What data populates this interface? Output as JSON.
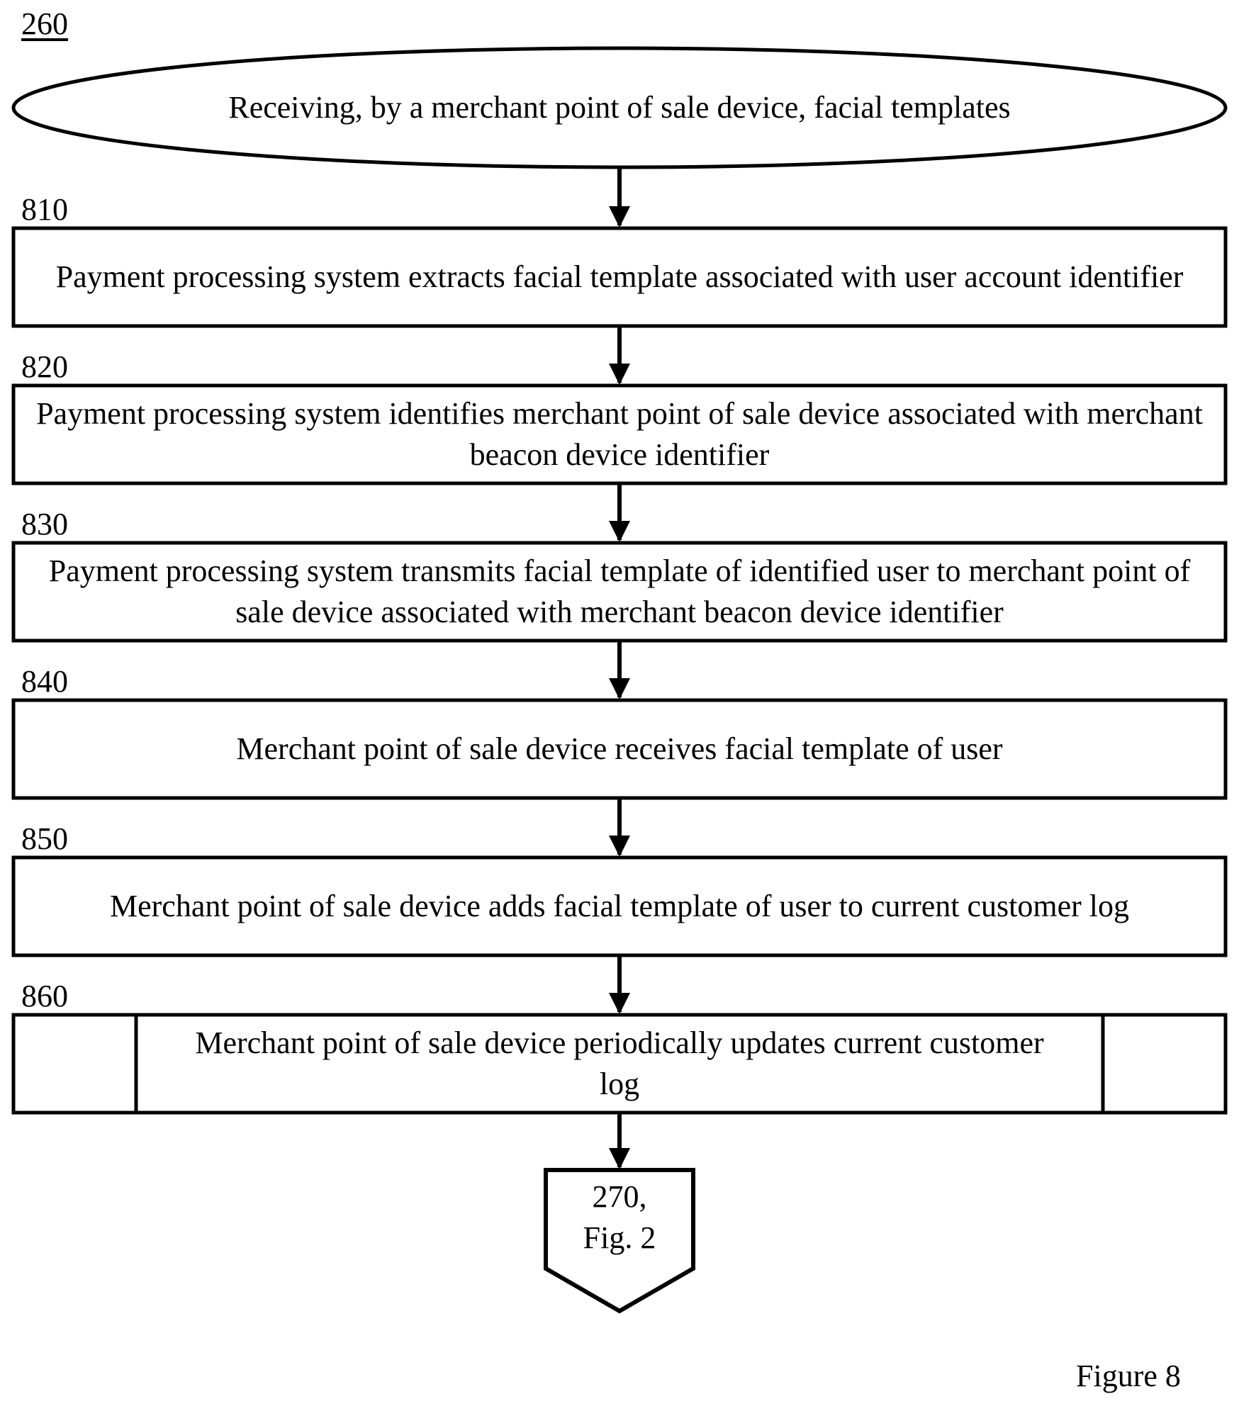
{
  "start": {
    "ref": "260",
    "label": "Receiving, by a merchant point of sale device, facial templates"
  },
  "steps": [
    {
      "ref": "810",
      "label": "Payment processing system extracts facial template associated with user account identifier"
    },
    {
      "ref": "820",
      "label": "Payment processing system identifies merchant point of sale device associated with merchant beacon device identifier"
    },
    {
      "ref": "830",
      "label": "Payment processing system transmits facial template of identified user to merchant point of sale device associated with merchant beacon device identifier"
    },
    {
      "ref": "840",
      "label": "Merchant point of sale device receives facial template of user"
    },
    {
      "ref": "850",
      "label": "Merchant point of sale device adds facial template of user to current customer log"
    },
    {
      "ref": "860",
      "label": "Merchant point of sale device periodically updates current customer log",
      "subroutine": true
    }
  ],
  "connector": {
    "line1": "270,",
    "line2": "Fig. 2"
  },
  "figure_label": "Figure 8"
}
